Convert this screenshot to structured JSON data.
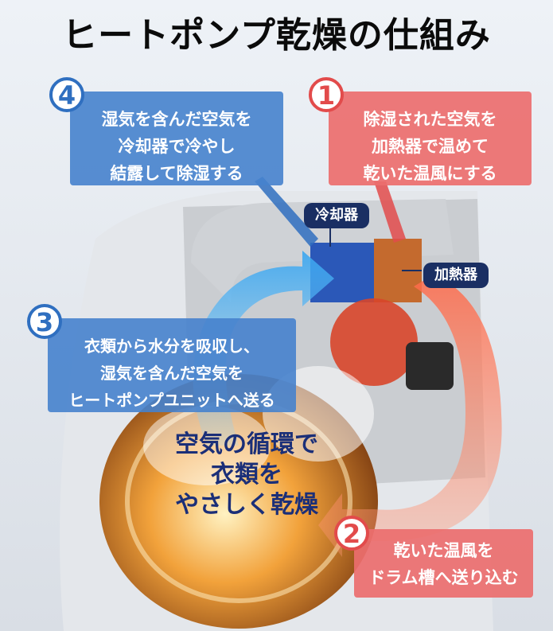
{
  "title": "ヒートポンプ乾燥の仕組み",
  "steps": [
    {
      "number": "4",
      "lines": [
        "湿気を含んだ空気を",
        "冷却器で冷やし",
        "結露して除湿する"
      ]
    },
    {
      "number": "1",
      "lines": [
        "除湿された空気を",
        "加熱器で温めて",
        "乾いた温風にする"
      ]
    },
    {
      "number": "3",
      "lines": [
        "衣類から水分を吸収し、",
        "湿気を含んだ空気を",
        "ヒートポンプユニットへ送る"
      ]
    },
    {
      "number": "2",
      "lines": [
        "乾いた温風を",
        "ドラム槽へ送り込む"
      ]
    }
  ],
  "labels": {
    "cooler": "冷却器",
    "heater": "加熱器"
  },
  "center": [
    "空気の循環で",
    "衣類を",
    "やさしく乾燥"
  ],
  "colors": {
    "blue": "#2f6fc0",
    "red": "#e24b4b",
    "navy": "#1a2f63"
  }
}
